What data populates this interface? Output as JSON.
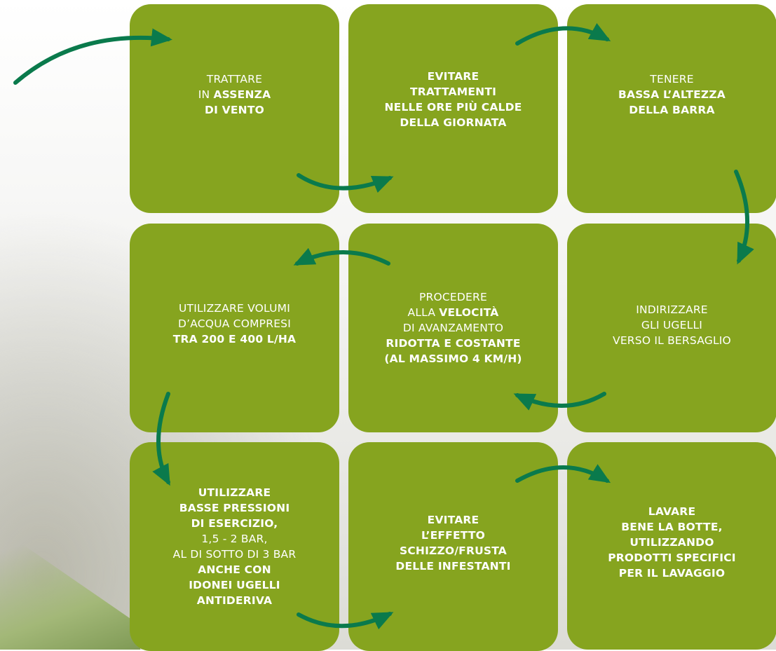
{
  "colors": {
    "card": "#86a41f",
    "arrow": "#0a7a4c",
    "text": "#ffffff"
  },
  "steps": [
    {
      "l1": "TRATTARE",
      "l2a": "IN ",
      "l2b": "ASSENZA",
      "l3": "DI VENTO"
    },
    {
      "text": "EVITARE\nTRATTAMENTI\nNELLE ORE PIÙ CALDE\nDELLA GIORNATA"
    },
    {
      "l1": "TENERE",
      "bold": "BASSA L’ALTEZZA\nDELLA BARRA"
    },
    {
      "normal": "UTILIZZARE  VOLUMI\nD’ACQUA COMPRESI",
      "bold": "TRA 200 E 400 L/HA"
    },
    {
      "l1": "PROCEDERE",
      "l2a": "ALLA ",
      "l2b": "VELOCITÀ",
      "l3": "DI AVANZAMENTO",
      "bold": "RIDOTTA E COSTANTE\n(AL MASSIMO 4 KM/H)"
    },
    {
      "text": "INDIRIZZARE\nGLI UGELLI\nVERSO IL BERSAGLIO"
    },
    {
      "bold1": "UTILIZZARE\nBASSE PRESSIONI\nDI ESERCIZIO,",
      "normal": "1,5 - 2 BAR,\nAL DI SOTTO DI 3 BAR",
      "bold2": "ANCHE CON\nIDONEI UGELLI\nANTIDERIVA"
    },
    {
      "text": "EVITARE\nL’EFFETTO\nSCHIZZO/FRUSTA\nDELLE INFESTANTI"
    },
    {
      "text": "LAVARE\nBENE LA BOTTE,\nUTILIZZANDO\nPRODOTTI SPECIFICI\nPER IL LAVAGGIO"
    }
  ]
}
